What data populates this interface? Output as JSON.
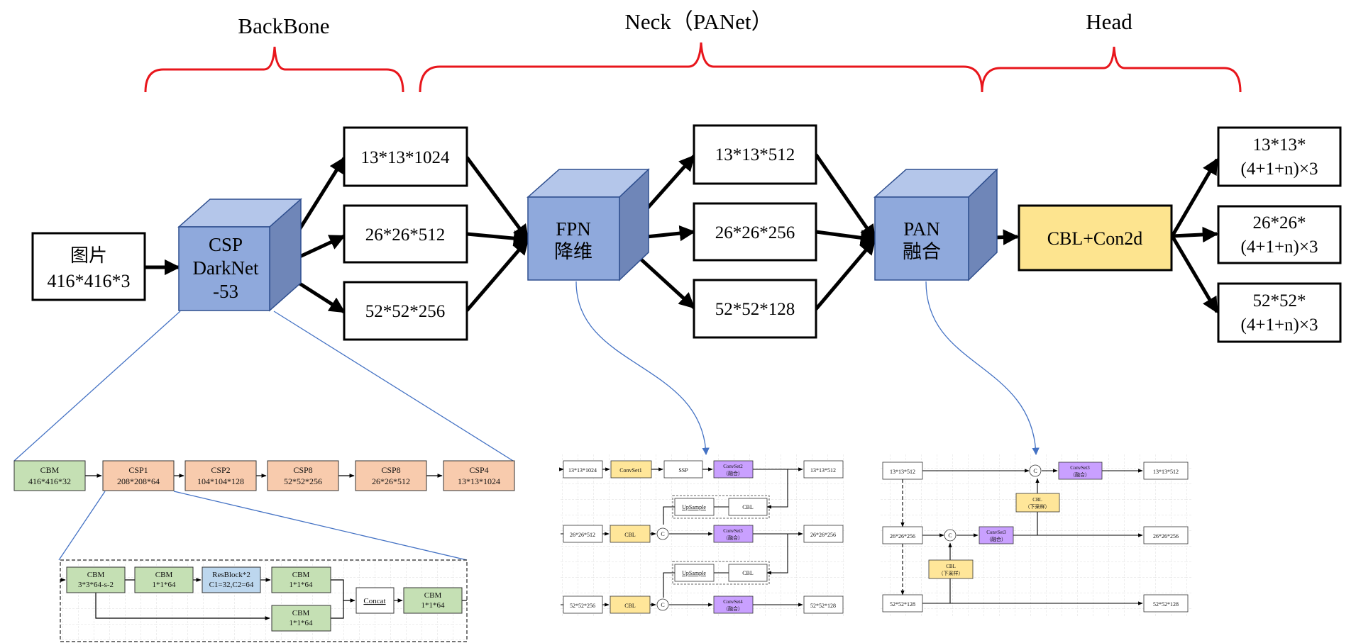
{
  "sections": {
    "backbone": "BackBone",
    "neck": "Neck（PANet）",
    "head": "Head"
  },
  "colors": {
    "brace": "#e8161c",
    "cube_front": "#8fa9dc",
    "cube_top": "#b4c6ea",
    "cube_side": "#6f86b8",
    "cube_border": "#2f4f8f",
    "head_box": "#fde48f",
    "green": "#c5e0b4",
    "orange": "#f8cbad",
    "blue_block": "#bdd7ee",
    "yellow": "#ffe699",
    "purple": "#c9a0ff",
    "leader": "#4472c4"
  },
  "main": {
    "input": {
      "line1": "图片",
      "line2": "416*416*3"
    },
    "backbone_cube": {
      "line1": "CSP",
      "line2": "DarkNet",
      "line3": "-53"
    },
    "backbone_out": [
      "13*13*1024",
      "26*26*512",
      "52*52*256"
    ],
    "fpn_cube": {
      "line1": "FPN",
      "line2": "降维"
    },
    "fpn_out": [
      "13*13*512",
      "26*26*256",
      "52*52*128"
    ],
    "pan_cube": {
      "line1": "PAN",
      "line2": "融合"
    },
    "head_box": "CBL+Con2d",
    "outputs": [
      {
        "line1": "13*13*",
        "line2": "(4+1+n)×3"
      },
      {
        "line1": "26*26*",
        "line2": "(4+1+n)×3"
      },
      {
        "line1": "52*52*",
        "line2": "(4+1+n)×3"
      }
    ]
  },
  "backbone_detail": [
    {
      "line1": "CBM",
      "line2": "416*416*32"
    },
    {
      "line1": "CSP1",
      "line2": "208*208*64"
    },
    {
      "line1": "CSP2",
      "line2": "104*104*128"
    },
    {
      "line1": "CSP8",
      "line2": "52*52*256"
    },
    {
      "line1": "CSP8",
      "line2": "26*26*512"
    },
    {
      "line1": "CSP4",
      "line2": "13*13*1024"
    }
  ],
  "csp_detail": {
    "cbm1": {
      "line1": "CBM",
      "line2": "3*3*64-s-2"
    },
    "cbm2": {
      "line1": "CBM",
      "line2": "1*1*64"
    },
    "resblock": {
      "line1": "ResBlock*2",
      "line2": "C1=32,C2=64"
    },
    "cbm3": {
      "line1": "CBM",
      "line2": "1*1*64"
    },
    "cbm4": {
      "line1": "CBM",
      "line2": "1*1*64"
    },
    "concat": "Concat",
    "cbm5": {
      "line1": "CBM",
      "line2": "1*1*64"
    }
  },
  "fpn_detail": {
    "in1": "13*13*1024",
    "convset1": "ConvSet1",
    "ssp": "SSP",
    "convset2": {
      "line1": "ConvSet2",
      "line2": "（融合）"
    },
    "out1": "13*13*512",
    "upsample1": "UpSample",
    "cbl_up1": "CBL",
    "in2": "26*26*512",
    "cbl2": "CBL",
    "concat_c2": "C",
    "convset3": {
      "line1": "ConvSet3",
      "line2": "（融合）"
    },
    "out2": "26*26*256",
    "upsample2": "UpSample",
    "cbl_up2": "CBL",
    "in3": "52*52*256",
    "cbl3": "CBL",
    "concat_c3": "C",
    "convset4": {
      "line1": "ConvSet4",
      "line2": "（融合）"
    },
    "out3": "52*52*128"
  },
  "pan_detail": {
    "in1": "13*13*512",
    "concat_c1": "C",
    "convset3a": {
      "line1": "ConvSet3",
      "line2": "（融合）"
    },
    "out1": "13*13*512",
    "cbl_down1": {
      "line1": "CBL",
      "line2": "（下采样）"
    },
    "in2": "26*26*256",
    "concat_c2": "C",
    "convset3b": {
      "line1": "ConvSet3",
      "line2": "（融合）"
    },
    "out2": "26*26*256",
    "cbl_down2": {
      "line1": "CBL",
      "line2": "（下采样）"
    },
    "in3": "52*52*128",
    "out3": "52*52*128"
  }
}
